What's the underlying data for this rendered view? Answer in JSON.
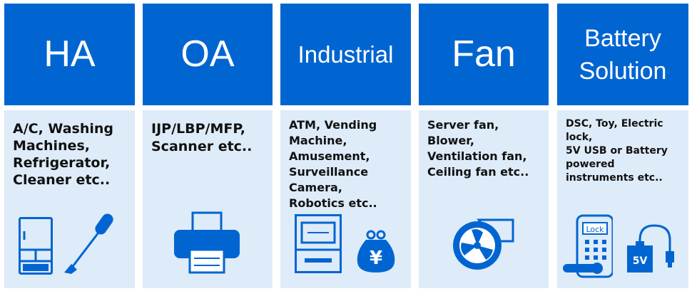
{
  "colors": {
    "header": "#0065D1",
    "body": "#DEEBF8",
    "icon": "#0065D1",
    "text": "#111111"
  },
  "categories": [
    {
      "title": "HA",
      "description": "A/C, Washing\nMachines,\nRefrigerator,\nCleaner etc..",
      "icons": [
        "refrigerator-icon",
        "vacuum-cleaner-icon"
      ]
    },
    {
      "title": "OA",
      "description": "IJP/LBP/MFP,\nScanner etc..",
      "icons": [
        "printer-icon"
      ]
    },
    {
      "title": "Industrial",
      "description": "ATM, Vending\nMachine,\nAmusement,\nSurveillance\nCamera,\nRobotics etc..",
      "icons": [
        "atm-icon",
        "yen-purse-icon"
      ]
    },
    {
      "title": "Fan",
      "description": "Server fan,\nBlower,\nVentilation fan,\nCeiling fan etc..",
      "icons": [
        "fan-icon"
      ]
    },
    {
      "title": "Battery\nSolution",
      "description": "DSC, Toy, Electric\nlock,\n5V USB or Battery\npowered\ninstruments etc..",
      "icons": [
        "electric-lock-icon",
        "usb-battery-icon"
      ],
      "icon_labels": {
        "lock": "Lock",
        "battery": "5V"
      }
    }
  ]
}
